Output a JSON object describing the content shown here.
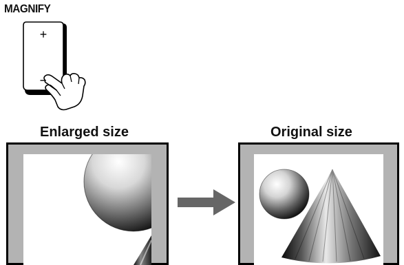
{
  "remote": {
    "button_label": "MAGNIFY",
    "plus_symbol": "+",
    "minus_symbol": "–"
  },
  "panels": {
    "enlarged_caption": "Enlarged size",
    "original_caption": "Original size"
  },
  "colors": {
    "frame_gray": "#b3b3b3",
    "arrow_gray": "#666666",
    "outline": "#000000"
  },
  "icons": {
    "arrow": "right-arrow-icon",
    "hand": "pointing-hand-icon"
  }
}
